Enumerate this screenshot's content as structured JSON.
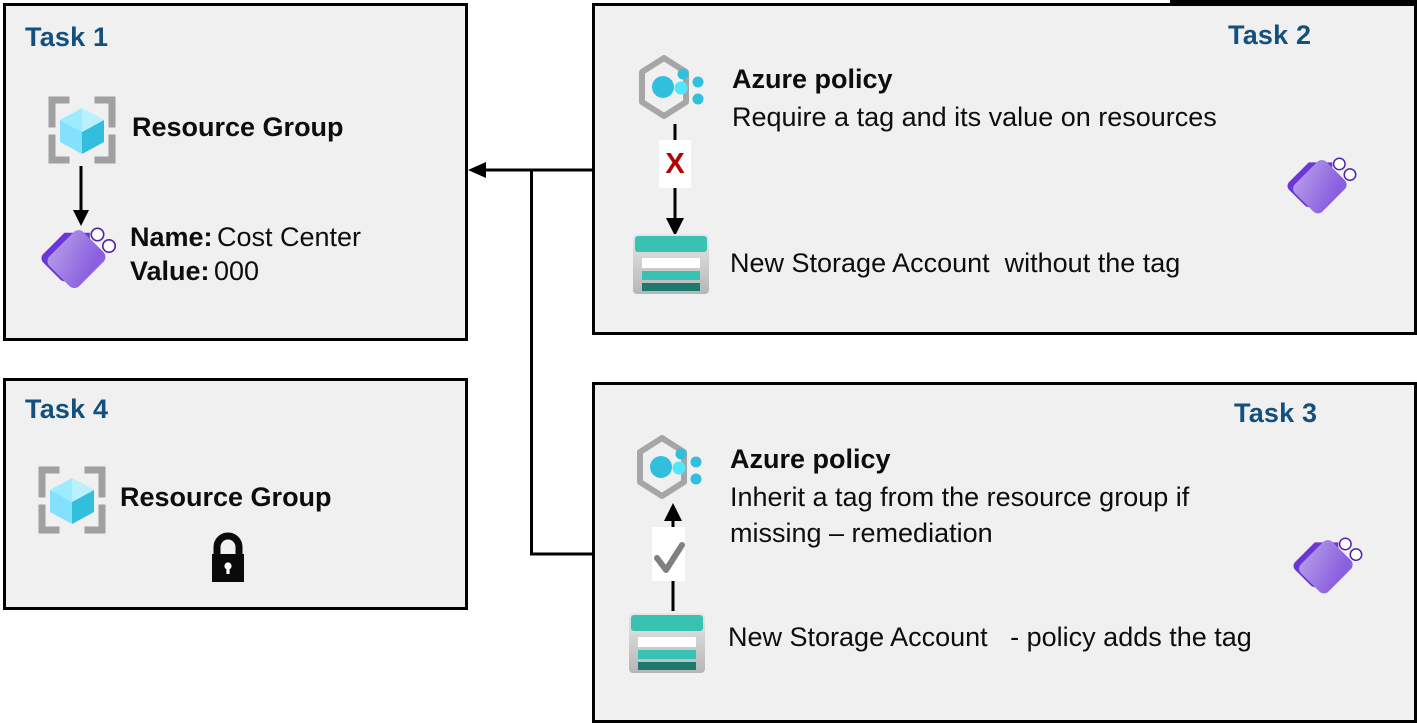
{
  "diagram": {
    "title_color": "#13507d",
    "panel_bg": "#f0f0f0",
    "panel_border": "#000000",
    "accent_cyan": "#32bedd",
    "accent_purple": "#773adc",
    "accent_teal": "#37c2b1",
    "error_red": "#b70000"
  },
  "tasks": {
    "task1": {
      "label": "Task 1",
      "resource_group_label": "Resource Group",
      "tag_name_key": "Name:",
      "tag_name_value": "Cost Center",
      "tag_value_key": "Value:",
      "tag_value_value": "000",
      "icons": {
        "resource_group": "resource-group-icon",
        "tag": "tag-icon",
        "arrow": "arrow-down-icon"
      }
    },
    "task2": {
      "label": "Task 2",
      "policy_title": "Azure policy",
      "policy_desc": "Require a tag and its value on resources",
      "storage_label": "New Storage Account  without the tag",
      "marker": "X",
      "icons": {
        "azure_policy": "azure-policy-icon",
        "storage_account": "storage-account-icon",
        "tag": "tag-icon",
        "deny": "red-x-icon",
        "arrow": "arrow-down-icon"
      }
    },
    "task3": {
      "label": "Task 3",
      "policy_title": "Azure policy",
      "policy_desc_line1": "Inherit a tag from the resource group if",
      "policy_desc_line2": "missing – remediation",
      "storage_label": "New Storage Account   - policy adds the tag",
      "marker": "check",
      "icons": {
        "azure_policy": "azure-policy-icon",
        "storage_account": "storage-account-icon",
        "tag": "tag-icon",
        "allow": "gray-check-icon",
        "arrow": "arrow-up-icon"
      }
    },
    "task4": {
      "label": "Task 4",
      "resource_group_label": "Resource Group",
      "icons": {
        "resource_group": "resource-group-icon",
        "lock": "lock-icon"
      }
    }
  },
  "connectors": {
    "from_task2_to_task1": "arrow-left",
    "from_task3_to_task1": "elbow-line"
  }
}
